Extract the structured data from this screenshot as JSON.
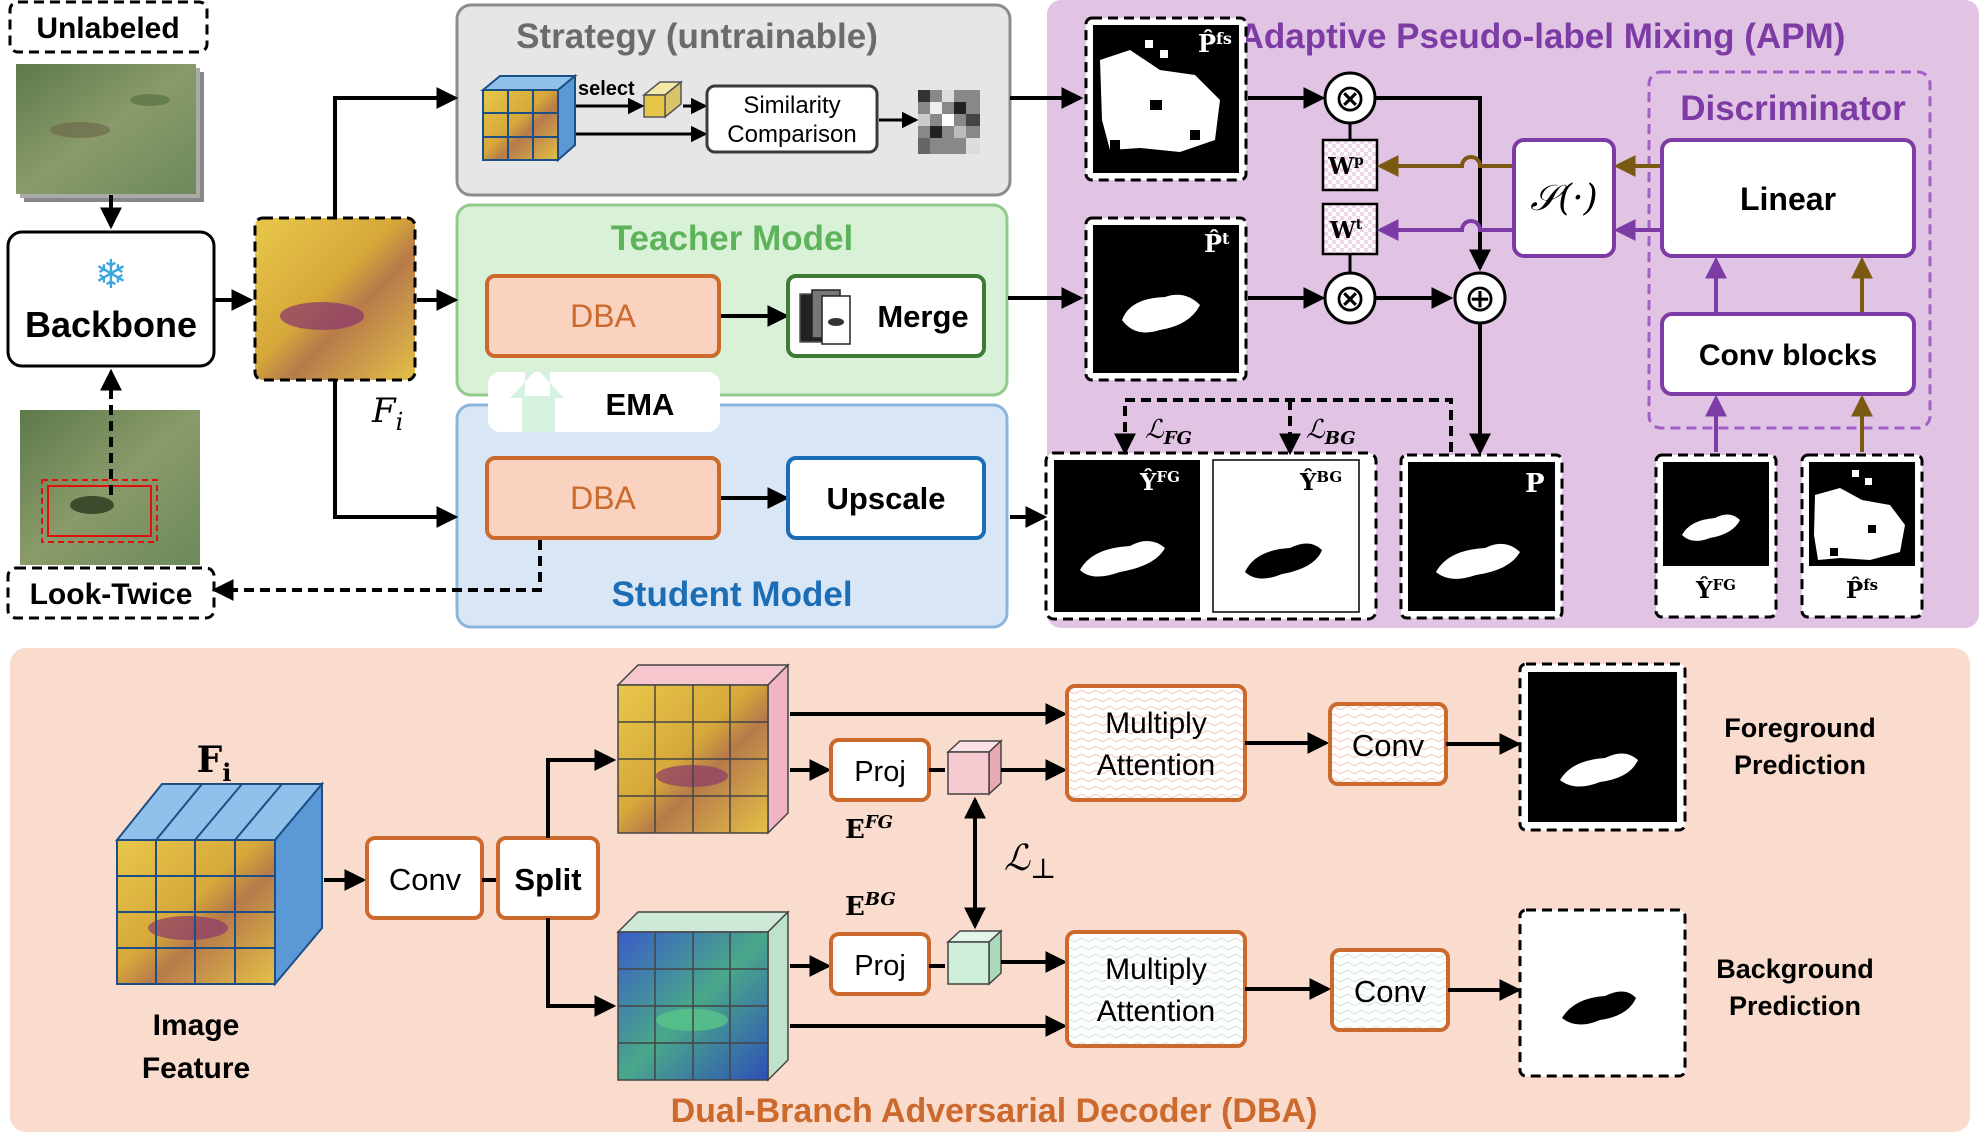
{
  "colors": {
    "gray_panel": "#e6e6e6",
    "teacher_panel": "#d9f1d6",
    "student_panel": "#d9e6f5",
    "apm_panel": "#e1c3e3",
    "dba_panel": "#f9dccd",
    "orange": "#cc6a2e",
    "purple": "#7d3ca5",
    "olive": "#7a5a12",
    "teacher_text": "#5db35a",
    "student_text": "#1b6db5"
  },
  "top": {
    "unlabeled": "Unlabeled",
    "backbone": "Backbone",
    "snowflake_icon": "snowflake",
    "feature_label": "F",
    "feature_sub": "i",
    "look_twice": "Look-Twice",
    "strategy_title": "Strategy (untrainable)",
    "select_label": "select",
    "similarity_line1": "Similarity",
    "similarity_line2": "Comparison",
    "teacher_title": "Teacher Model",
    "teacher_dba": "DBA",
    "merge": "Merge",
    "ema": "EMA",
    "student_title": "Student Model",
    "student_dba": "DBA",
    "upscale": "Upscale",
    "apm_title": "Adaptive Pseudo-label Mixing (APM)",
    "discriminator_title": "Discriminator",
    "linear": "Linear",
    "conv_blocks": "Conv blocks",
    "s_func": "𝒮(·)",
    "wp": "W",
    "wp_sup": "p",
    "wt": "W",
    "wt_sup": "t",
    "pfs_label": "P̂",
    "pfs_sup": "fs",
    "pt_label": "P̂",
    "pt_sup": "t",
    "p_label": "P",
    "yfg_label": "Ŷ",
    "yfg_sup": "FG",
    "ybg_label": "Ŷ",
    "ybg_sup": "BG",
    "loss_fg": "ℒ",
    "loss_fg_sub": "FG",
    "loss_bg": "ℒ",
    "loss_bg_sub": "BG",
    "otimes": "⊗",
    "oplus": "⊕"
  },
  "dba": {
    "title": "Dual-Branch Adversarial Decoder (DBA)",
    "fi_label": "F",
    "fi_sub": "i",
    "image_feature_line1": "Image",
    "image_feature_line2": "Feature",
    "conv": "Conv",
    "split": "Split",
    "proj_fg": "Proj",
    "proj_bg": "Proj",
    "efg": "E",
    "efg_sup": "FG",
    "ebg": "E",
    "ebg_sup": "BG",
    "loss_perp": "ℒ",
    "loss_perp_sub": "⊥",
    "mult_fg_line1": "Multiply",
    "mult_fg_line2": "Attention",
    "mult_bg_line1": "Multiply",
    "mult_bg_line2": "Attention",
    "conv_fg": "Conv",
    "conv_bg": "Conv",
    "fg_pred_line1": "Foreground",
    "fg_pred_line2": "Prediction",
    "bg_pred_line1": "Background",
    "bg_pred_line2": "Prediction"
  }
}
